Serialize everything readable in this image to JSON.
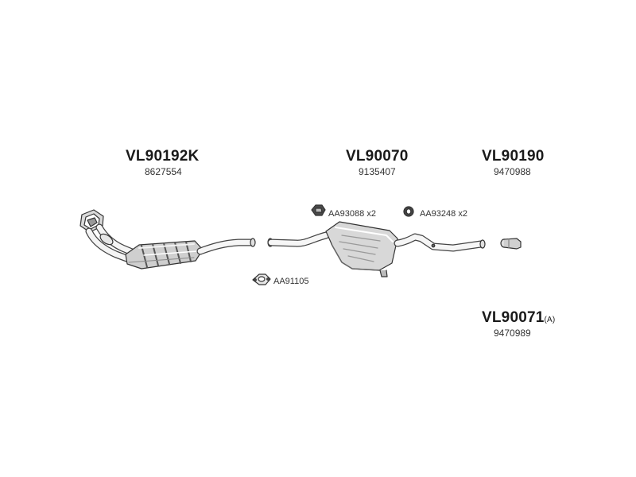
{
  "parts": [
    {
      "code": "VL90192K",
      "ref": "8627554"
    },
    {
      "code": "VL90070",
      "ref": "9135407"
    },
    {
      "code": "VL90190",
      "ref": "9470988"
    },
    {
      "code": "VL90071",
      "suffix": "(A)",
      "ref": "9470989"
    }
  ],
  "accessories": [
    {
      "code": "AA93088",
      "qty": "x2"
    },
    {
      "code": "AA93248",
      "qty": "x2"
    },
    {
      "code": "AA91105"
    }
  ]
}
